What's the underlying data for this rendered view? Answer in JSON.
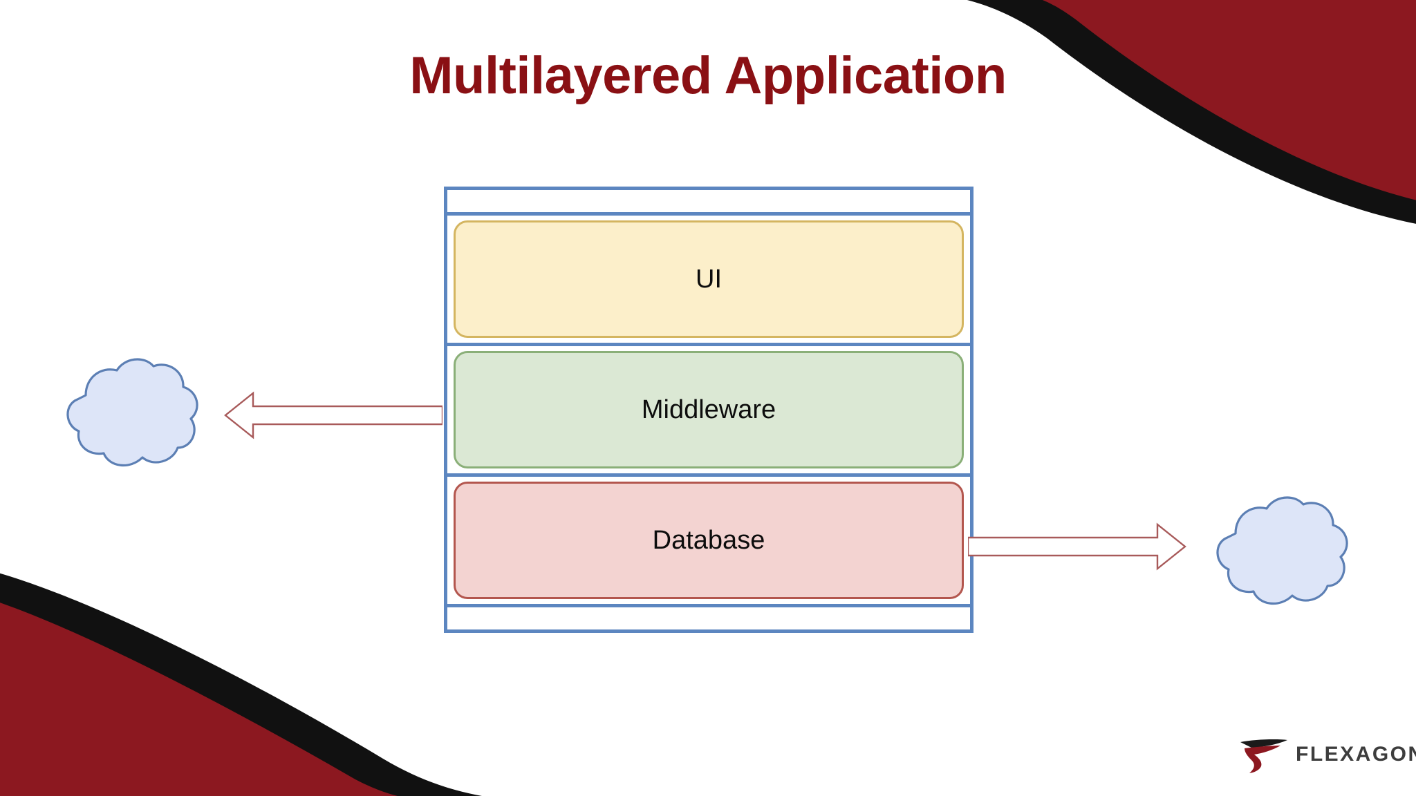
{
  "slide": {
    "title": "Multilayered Application",
    "title_color": "#8a1014",
    "background_color": "#ffffff"
  },
  "decoration": {
    "top_right_corner": "corner-swoosh-top-right",
    "bottom_left_corner": "corner-swoosh-bottom-left",
    "accent_red": "#8c1820",
    "accent_black": "#111111"
  },
  "diagram": {
    "container_border_color": "#5c86c0",
    "layers": [
      {
        "label": "UI",
        "fill": "#fcefca",
        "border": "#d4b560"
      },
      {
        "label": "Middleware",
        "fill": "#dbe8d4",
        "border": "#8aaf78"
      },
      {
        "label": "Database",
        "fill": "#f3d3d1",
        "border": "#b3564e"
      }
    ],
    "connectors": [
      {
        "name": "middleware-outbound-arrow",
        "direction": "left",
        "from": "Middleware",
        "to": "cloud-left",
        "stroke": "#a85a5a"
      },
      {
        "name": "database-outbound-arrow",
        "direction": "right",
        "from": "Database",
        "to": "cloud-right",
        "stroke": "#a85a5a"
      }
    ],
    "clouds": [
      {
        "name": "cloud-left",
        "fill": "#dde5f8",
        "border": "#5c7fb4"
      },
      {
        "name": "cloud-right",
        "fill": "#dde5f8",
        "border": "#5c7fb4"
      }
    ]
  },
  "branding": {
    "logo_text": "FLEXAGON",
    "logo_text_color": "#3d3d3d",
    "logo_mark_dark": "#1a1a1a",
    "logo_mark_red": "#8c1820"
  }
}
